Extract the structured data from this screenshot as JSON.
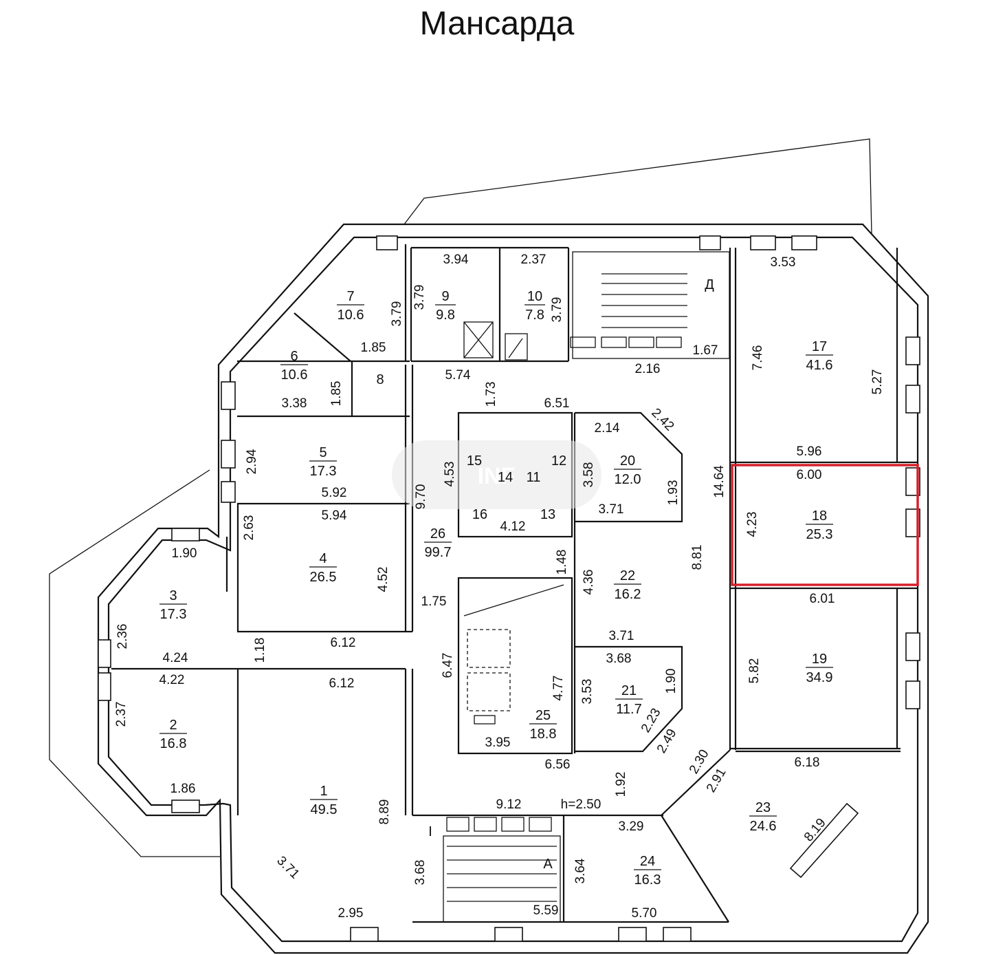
{
  "title": "Мансарда",
  "colors": {
    "highlight": "#d6202a",
    "lines": "#111111"
  },
  "watermark": "INF",
  "rooms": {
    "r1": {
      "n": "1",
      "a": "49.5"
    },
    "r2": {
      "n": "2",
      "a": "16.8"
    },
    "r3": {
      "n": "3",
      "a": "17.3"
    },
    "r4": {
      "n": "4",
      "a": "26.5"
    },
    "r5": {
      "n": "5",
      "a": "17.3"
    },
    "r6": {
      "n": "6",
      "a": "10.6"
    },
    "r7": {
      "n": "7",
      "a": "10.6"
    },
    "r8": {
      "n": "8"
    },
    "r9": {
      "n": "9",
      "a": "9.8"
    },
    "r10": {
      "n": "10",
      "a": "7.8"
    },
    "r11": {
      "n": "11"
    },
    "r12": {
      "n": "12"
    },
    "r13": {
      "n": "13"
    },
    "r14": {
      "n": "14"
    },
    "r15": {
      "n": "15"
    },
    "r16": {
      "n": "16"
    },
    "r17": {
      "n": "17",
      "a": "41.6"
    },
    "r18": {
      "n": "18",
      "a": "25.3"
    },
    "r19": {
      "n": "19",
      "a": "34.9"
    },
    "r20": {
      "n": "20",
      "a": "12.0"
    },
    "r21": {
      "n": "21",
      "a": "11.7"
    },
    "r22": {
      "n": "22",
      "a": "16.2"
    },
    "r23": {
      "n": "23",
      "a": "24.6"
    },
    "r24": {
      "n": "24",
      "a": "16.3"
    },
    "r25": {
      "n": "25",
      "a": "18.8"
    },
    "r26": {
      "n": "26",
      "a": "99.7"
    }
  },
  "stairs": {
    "a": "А",
    "d": "Д",
    "i": "I"
  },
  "height": "h=2.50",
  "dims": {
    "d394": "3.94",
    "d237": "2.37",
    "d353": "3.53",
    "d379a": "3.79",
    "d379b": "3.79",
    "d379c": "3.79",
    "d185a": "1.85",
    "d185b": "1.85",
    "d338": "3.38",
    "d574": "5.74",
    "d173": "1.73",
    "d216": "2.16",
    "d167": "1.67",
    "d746": "7.46",
    "d527": "5.27",
    "d651": "6.51",
    "d214": "2.14",
    "d242": "2.42",
    "d294": "2.94",
    "d592": "5.92",
    "d594": "5.94",
    "d970": "9.70",
    "d453": "4.53",
    "d358": "3.58",
    "d193": "1.93",
    "d371a": "3.71",
    "d1464": "14.64",
    "d596": "5.96",
    "d600": "6.00",
    "d423": "4.23",
    "d190a": "1.90",
    "d263": "2.63",
    "d452": "4.52",
    "d412": "4.12",
    "d148": "1.48",
    "d436": "4.36",
    "d881": "8.81",
    "d175": "1.75",
    "d601": "6.01",
    "d236": "2.36",
    "d424": "4.24",
    "d118": "1.18",
    "d612a": "6.12",
    "d371b": "3.71",
    "d368": "3.68",
    "d190b": "1.90",
    "d422": "4.22",
    "d612b": "6.12",
    "d647": "6.47",
    "d477": "4.77",
    "d353b": "3.53",
    "d582": "5.82",
    "d237b": "2.37",
    "d223": "2.23",
    "d395": "3.95",
    "d249": "2.49",
    "d656": "6.56",
    "d618": "6.18",
    "d230": "2.30",
    "d291": "2.91",
    "d186": "1.86",
    "d192": "1.92",
    "d889": "8.89",
    "d912": "9.12",
    "d329": "3.29",
    "d819": "8.19",
    "d371c": "3.71",
    "d368b": "3.68",
    "d364": "3.64",
    "d295": "2.95",
    "d559": "5.59",
    "d570": "5.70"
  }
}
